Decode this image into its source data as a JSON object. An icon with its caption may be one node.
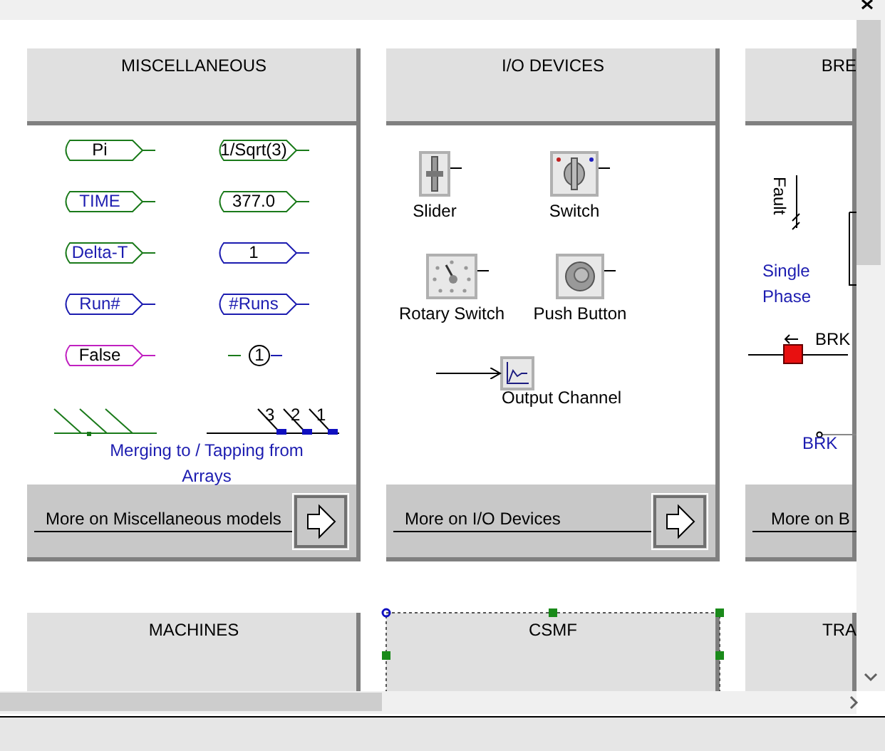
{
  "diagram": {
    "nodes": [
      {
        "text": [
          "MISCELLANEOUS",
          "More on Miscellaneous models"
        ]
      },
      {
        "text": [
          "Pi"
        ],
        "in": 0
      },
      {
        "text": [
          "1/Sqrt(3)"
        ],
        "in": 0
      },
      {
        "text": [
          "TIME"
        ],
        "in": 0
      },
      {
        "text": [
          "377.0"
        ],
        "in": 0
      },
      {
        "text": [
          "Delta-T"
        ],
        "in": 0
      },
      {
        "text": [
          "1"
        ],
        "in": 0
      },
      {
        "text": [
          "Run#"
        ],
        "in": 0
      },
      {
        "text": [
          "#Runs"
        ],
        "in": 0
      },
      {
        "text": [
          "False"
        ],
        "in": 0
      },
      {
        "text": [
          "1"
        ],
        "in": 0
      },
      {
        "text": [
          "I/O DEVICES",
          "More on I/O Devices"
        ]
      },
      {
        "text": [
          "Slider"
        ],
        "in": 11
      },
      {
        "text": [
          "Switch"
        ],
        "in": 11
      },
      {
        "text": [
          "Rotary Switch"
        ],
        "in": 11
      },
      {
        "text": [
          "Push Button"
        ],
        "in": 11
      },
      {
        "text": [
          "Output Channel"
        ],
        "in": 11
      },
      {
        "text": [
          "BRE",
          "More on B"
        ]
      },
      {
        "text": [
          "MACHINES"
        ]
      },
      {
        "text": [
          "CSMF"
        ]
      },
      {
        "text": [
          "TRA"
        ]
      }
    ],
    "edges": [
      {
        "from": null,
        "to": 16,
        "arrow": "to"
      }
    ],
    "labels": [
      "3",
      "2",
      "1",
      "Merging to / Tapping from Arrays",
      "Fault",
      "Single Phase",
      "BRK",
      "BRK"
    ]
  }
}
